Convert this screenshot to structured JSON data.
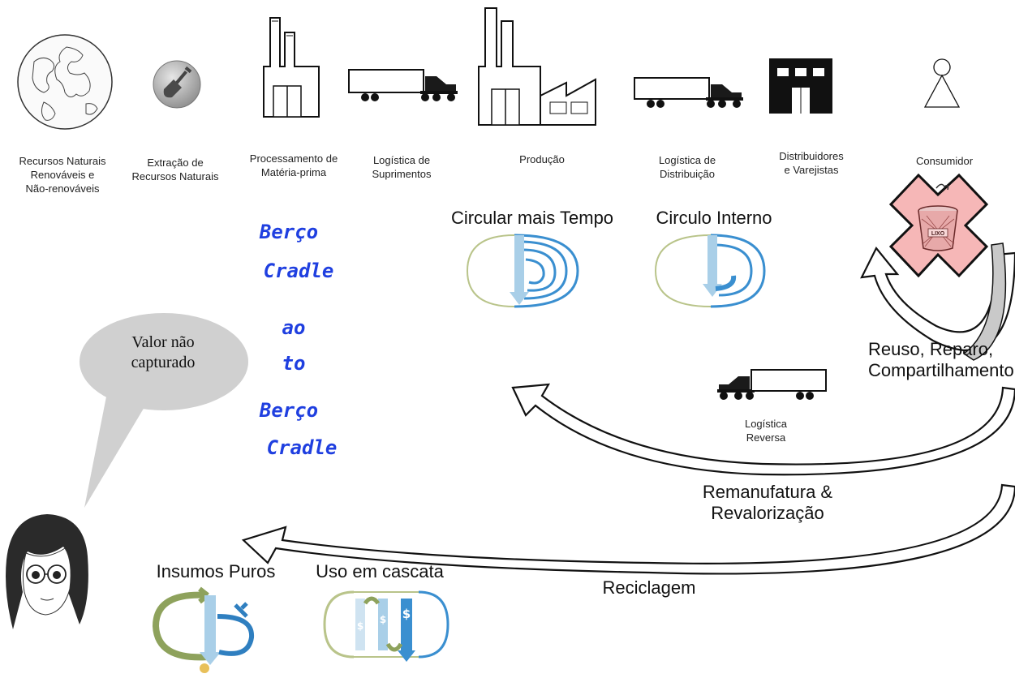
{
  "stages": [
    {
      "label": "Recursos Naturais\nRenováveis e\nNão-renováveis",
      "icon": "globe-icon"
    },
    {
      "label": "Extração de\nRecursos Naturais",
      "icon": "shovel-icon"
    },
    {
      "label": "Processamento de\nMatéria-prima",
      "icon": "factory-icon"
    },
    {
      "label": "Logística de\nSuprimentos",
      "icon": "truck-icon"
    },
    {
      "label": "Produção",
      "icon": "production-plant-icon"
    },
    {
      "label": "Logística de\nDistribuição",
      "icon": "truck-icon"
    },
    {
      "label": "Distribuidores\ne Varejistas",
      "icon": "store-icon"
    },
    {
      "label": "Consumidor",
      "icon": "person-icon"
    }
  ],
  "cradle": {
    "line1": "Berço",
    "line2": "Cradle",
    "line3": "ao",
    "line4": "to",
    "line5": "Berço",
    "line6": "Cradle",
    "color": "#1f3fe0"
  },
  "loops": {
    "longer": "Circular mais Tempo",
    "inner": "Circulo Interno",
    "pure": "Insumos Puros",
    "cascade": "Uso em cascata"
  },
  "flows": {
    "reuse": "Reuso, Reparo,\nCompartilhamento",
    "remanufacture": "Remanufatura & Revalorização",
    "recycling": "Reciclagem",
    "reverse_logistics": "Logística\nReversa"
  },
  "trash_label": "LIXO",
  "bubble": "Valor não\ncapturado",
  "colors": {
    "loop_blue": "#3a8fd0",
    "loop_light": "#a9cfe8",
    "loop_green": "#b9c48a",
    "trash_pink": "#f6b7b7"
  }
}
